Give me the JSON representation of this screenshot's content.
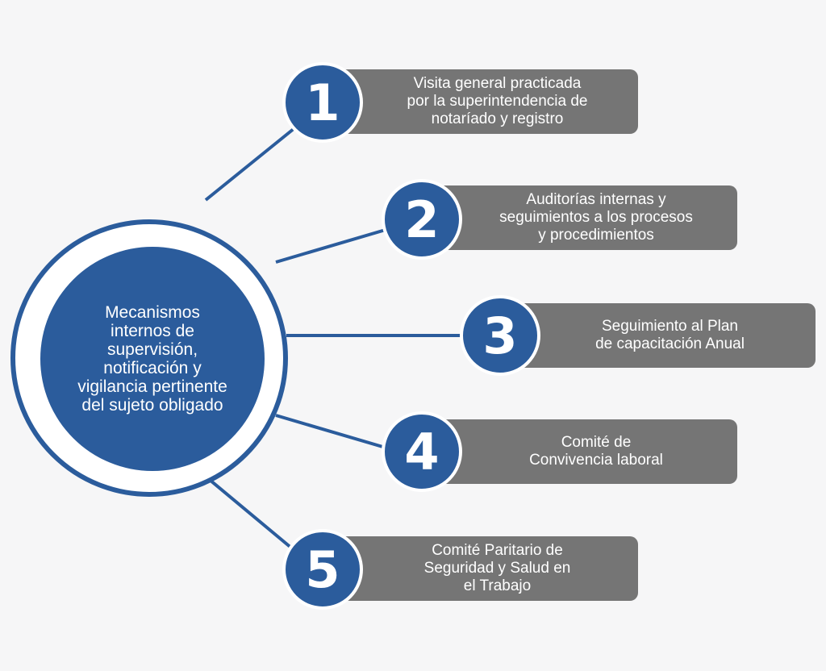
{
  "colors": {
    "accent": "#2b5c9c",
    "pill": "#757575",
    "background": "#f6f6f7"
  },
  "center": {
    "lines": [
      "Mecanismos",
      "internos de",
      "supervisión,",
      "notificación y",
      "vigilancia pertinente",
      "del sujeto obligado"
    ]
  },
  "items": [
    {
      "number": "1",
      "lines": [
        "Visita general practicada",
        "por la superintendencia de",
        "notaríado y registro"
      ]
    },
    {
      "number": "2",
      "lines": [
        "Auditorías internas y",
        "seguimientos a los procesos",
        "y procedimientos"
      ]
    },
    {
      "number": "3",
      "lines": [
        "Seguimiento al Plan",
        "de capacitación Anual"
      ]
    },
    {
      "number": "4",
      "lines": [
        "Comité de",
        "Convivencia laboral"
      ]
    },
    {
      "number": "5",
      "lines": [
        "Comité Paritario de",
        "Seguridad y Salud en",
        "el Trabajo"
      ]
    }
  ]
}
